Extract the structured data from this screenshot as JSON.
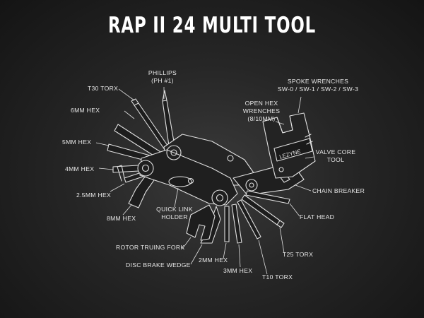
{
  "title": "RAP II 24 MULTI TOOL",
  "colors": {
    "background": "#2a2a2a",
    "lines": "#e0e0e0",
    "text": "#ffffff"
  },
  "logo_text": "LEZYNE",
  "labels": {
    "phillips": [
      "PHILLIPS",
      "(PH #1)"
    ],
    "t30_torx": "T30 TORX",
    "hex_6mm": "6MM HEX",
    "hex_5mm": "5MM HEX",
    "hex_4mm": "4MM HEX",
    "hex_2_5mm": "2.5MM HEX",
    "hex_8mm": "8MM HEX",
    "quick_link_holder": [
      "QUICK LINK",
      "HOLDER"
    ],
    "rotor_truing_fork": "ROTOR TRUING FORK",
    "disc_brake_wedge": "DISC BRAKE WEDGE",
    "hex_2mm": "2MM HEX",
    "hex_3mm": "3MM HEX",
    "t10_torx": "T10 TORX",
    "t25_torx": "T25 TORX",
    "flat_head": "FLAT HEAD",
    "chain_breaker": "CHAIN BREAKER",
    "valve_core_tool": [
      "VALVE CORE",
      "TOOL"
    ],
    "open_hex_wrenches": [
      "OPEN HEX",
      "WRENCHES",
      "(8/10MM)"
    ],
    "spoke_wrenches": [
      "SPOKE WRENCHES",
      "SW-0 / SW-1 / SW-2 / SW-3"
    ]
  }
}
